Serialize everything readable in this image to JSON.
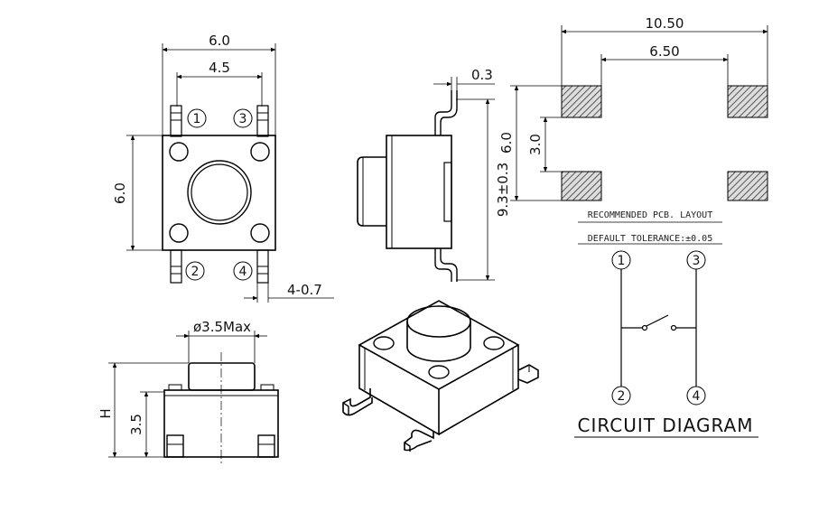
{
  "top_view": {
    "dim_width_outer": "6.0",
    "dim_width_inner": "4.5",
    "dim_height": "6.0",
    "dim_pin": "4-0.7",
    "pins": [
      "1",
      "3",
      "2",
      "4"
    ]
  },
  "side_view": {
    "dim_thickness": "0.3",
    "dim_height": "9.3±0.3"
  },
  "front_view": {
    "dim_diameter": "ø3.5Max",
    "dim_h": "H",
    "dim_body": "3.5"
  },
  "pcb_layout": {
    "dim_total": "10.50",
    "dim_inner": "6.50",
    "dim_height": "6.0",
    "dim_gap": "3.0",
    "title": "RECOMMENDED PCB. LAYOUT",
    "tolerance": "DEFAULT TOLERANCE:±0.05"
  },
  "circuit": {
    "pins": [
      "1",
      "3",
      "2",
      "4"
    ],
    "title": "CIRCUIT DIAGRAM"
  }
}
